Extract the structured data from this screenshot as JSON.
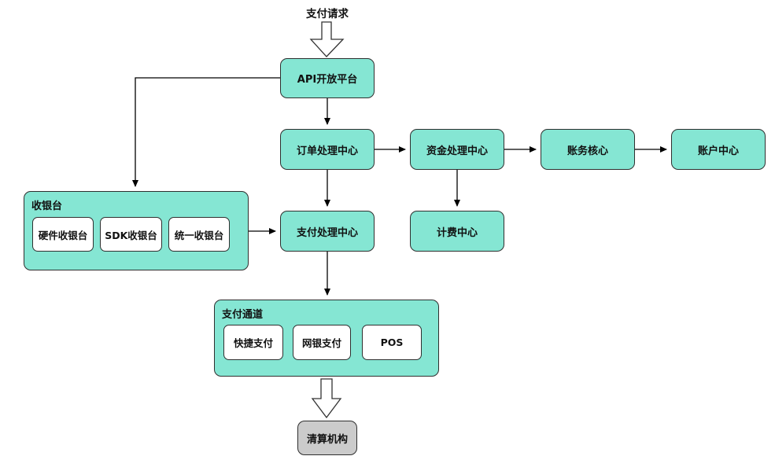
{
  "diagram": {
    "request_label": "支付请求",
    "nodes": {
      "api": "API开放平台",
      "order": "订单处理中心",
      "funds": "资金处理中心",
      "ledger": "账务核心",
      "account": "账户中心",
      "payment": "支付处理中心",
      "billing": "计费中心",
      "clearing": "清算机构"
    },
    "cashier": {
      "title": "收银台",
      "items": [
        "硬件收银台",
        "SDK收银台",
        "统一收银台"
      ]
    },
    "channels": {
      "title": "支付通道",
      "items": [
        "快捷支付",
        "网银支付",
        "POS"
      ]
    },
    "colors": {
      "node_fill": "#85e6d3",
      "node_border": "#2f2f2f",
      "clearing_fill": "#cbcbcb",
      "inner_fill": "#ffffff",
      "connector": "#000000",
      "background": "#ffffff"
    }
  }
}
